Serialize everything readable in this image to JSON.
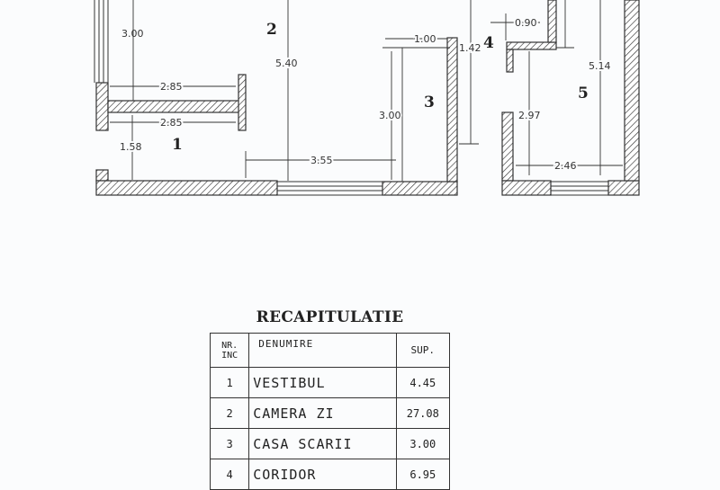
{
  "plan": {
    "rooms": [
      "1",
      "2",
      "3",
      "4",
      "5"
    ],
    "dimensions": {
      "room1_top": "3.00",
      "wall_inner_top": "2.85",
      "wall_inner_bottom": "2.85",
      "room1_height": "1.58",
      "room2_height": "5.40",
      "room2_width": "3.55",
      "room3_width": "1.00",
      "room3_height": "3.00",
      "room4_height": "1.42",
      "room4_width": "0.90",
      "room5_height": "5.14",
      "room5_inner": "2.97",
      "room5_width": "2.46"
    }
  },
  "summary": {
    "title": "RECAPITULATIE",
    "headers": {
      "nr_line1": "NR.",
      "nr_line2": "INC",
      "name": "DENUMIRE",
      "area": "SUP."
    },
    "rows": [
      {
        "nr": "1",
        "name": "VESTIBUL",
        "area": "4.45"
      },
      {
        "nr": "2",
        "name": "CAMERA ZI",
        "area": "27.08"
      },
      {
        "nr": "3",
        "name": "CASA SCARII",
        "area": "3.00"
      },
      {
        "nr": "4",
        "name": "CORIDOR",
        "area": "6.95"
      }
    ]
  }
}
